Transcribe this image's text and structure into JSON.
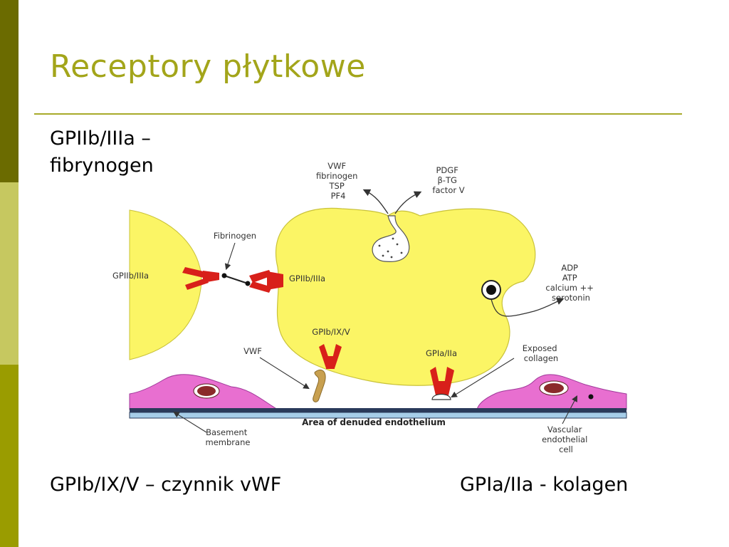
{
  "slide": {
    "title": "Receptory płytkowe",
    "note_top_line1": "GPIIb/IIIa –",
    "note_top_line2": "fibrynogen",
    "note_bottom_left": "GPIb/IX/V – czynnik vWF",
    "note_bottom_right": "GPIa/IIa - kolagen"
  },
  "diagram": {
    "granule_label_lines": [
      "VWF",
      "fibrinogen",
      "TSP",
      "PF4"
    ],
    "release_label_lines": [
      "PDGF",
      "β-TG",
      "factor V"
    ],
    "dense_label_lines": [
      "ADP",
      "ATP",
      "calcium ++",
      "serotonin"
    ],
    "fibrinogen": "Fibrinogen",
    "gp2b3a_left": "GPIIb/IIIa",
    "gp2b3a_right": "GPIIb/IIIa",
    "gp1b": "GPIb/IX/V",
    "gp1a": "GPIa/IIa",
    "vwf": "VWF",
    "collagen_lines": [
      "Exposed",
      "collagen"
    ],
    "endothelium": "Area of denuded endothelium",
    "basement_lines": [
      "Basement",
      "membrane"
    ],
    "vascular_lines": [
      "Vascular",
      "endothelial",
      "cell"
    ]
  },
  "colors": {
    "sidebar_dark": "#6b6b00",
    "sidebar_light": "#c6c860",
    "sidebar_mid": "#9a9c00",
    "title": "#a3a51a",
    "platelet": "#fbf565",
    "receptor": "#d8201a",
    "endothelial": "#e86fd0",
    "vessel": "#a6cde8"
  }
}
